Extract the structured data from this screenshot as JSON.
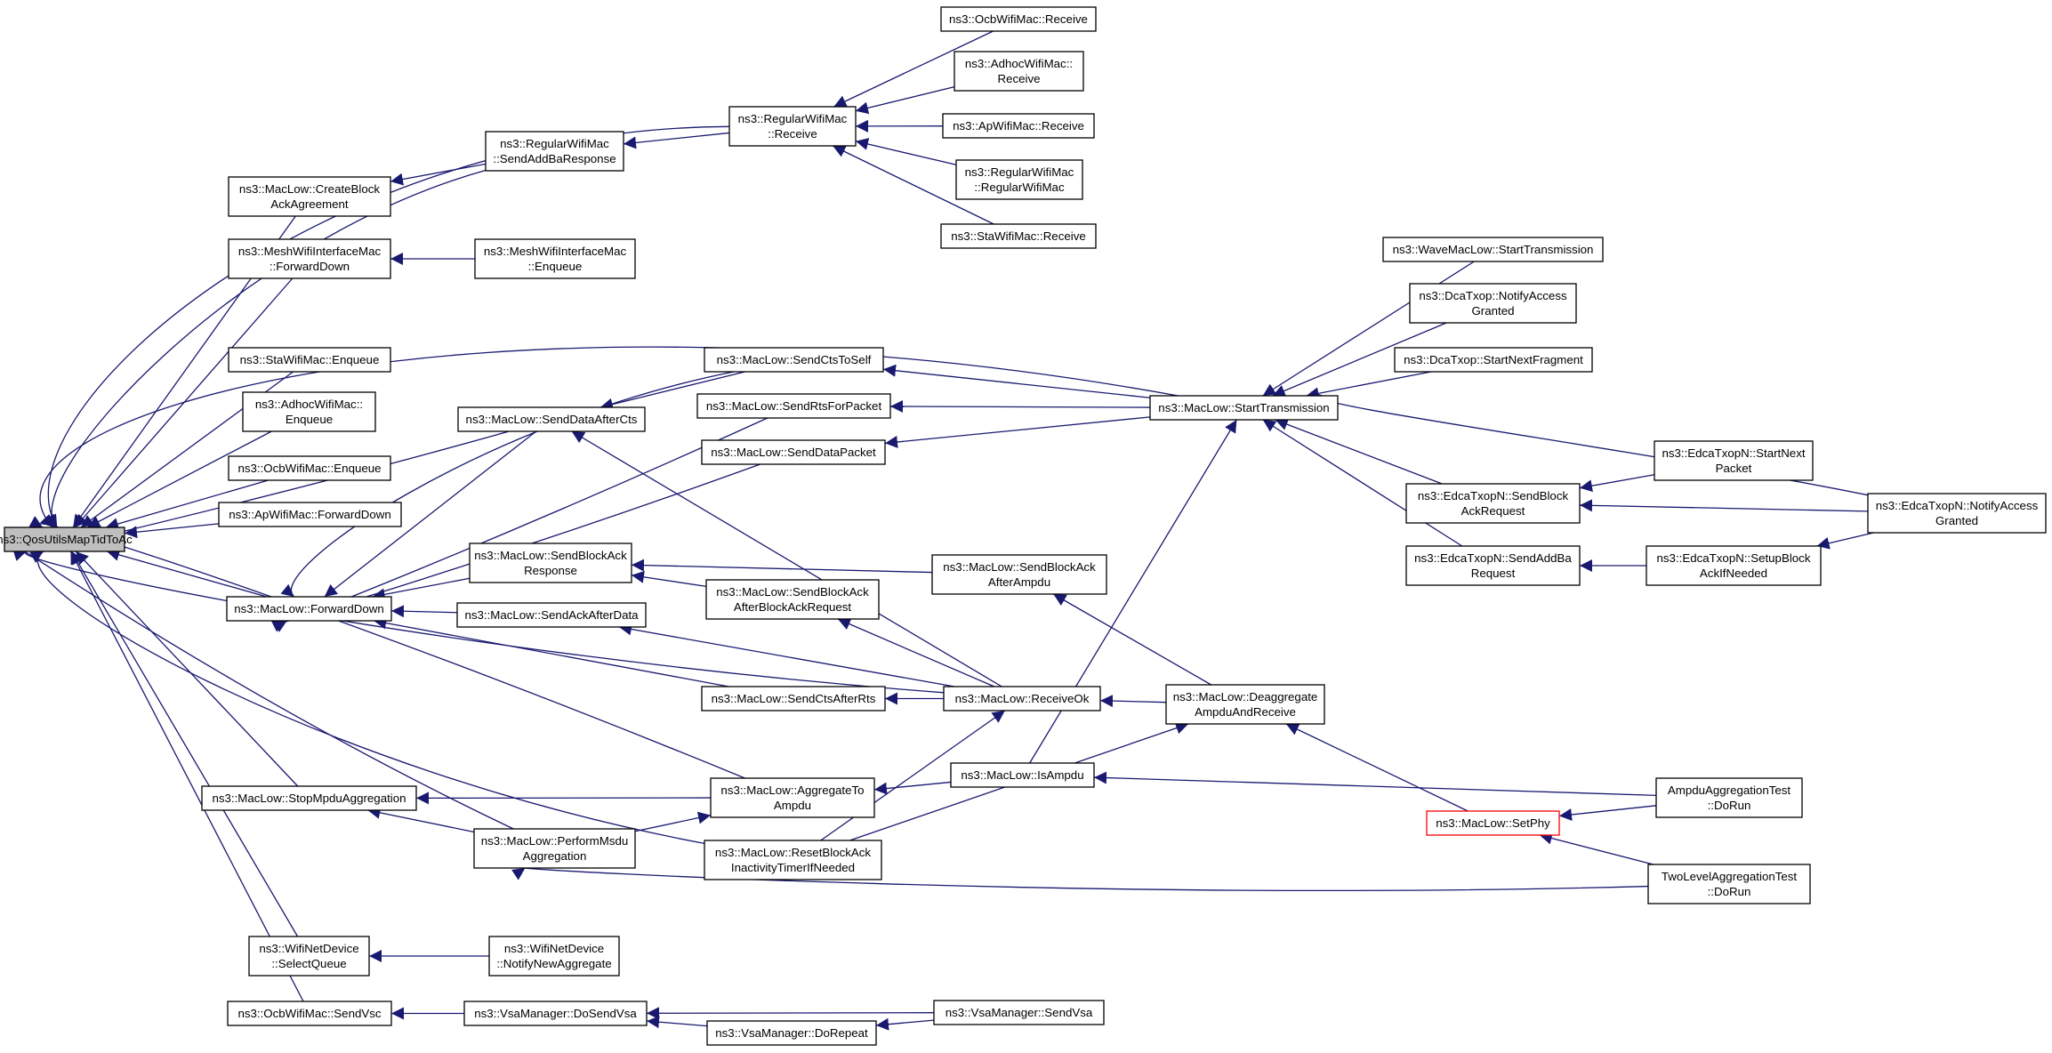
{
  "colors": {
    "edge": "#191970",
    "root_fill": "#bfbfbf",
    "truncated_border": "#ff0000",
    "node_border": "#000000"
  },
  "nodes": {
    "qos": [
      "ns3::QosUtilsMapTidToAc"
    ],
    "createBlock": [
      "ns3::MacLow::CreateBlock",
      "AckAgreement"
    ],
    "regSendAddBa": [
      "ns3::RegularWifiMac",
      "::SendAddBaResponse"
    ],
    "regReceive": [
      "ns3::RegularWifiMac",
      "::Receive"
    ],
    "ocbReceive": [
      "ns3::OcbWifiMac::Receive"
    ],
    "adhocReceive": [
      "ns3::AdhocWifiMac::",
      "Receive"
    ],
    "apReceive": [
      "ns3::ApWifiMac::Receive"
    ],
    "regCtor": [
      "ns3::RegularWifiMac",
      "::RegularWifiMac"
    ],
    "staReceive": [
      "ns3::StaWifiMac::Receive"
    ],
    "meshFwd": [
      "ns3::MeshWifiInterfaceMac",
      "::ForwardDown"
    ],
    "meshEnq": [
      "ns3::MeshWifiInterfaceMac",
      "::Enqueue"
    ],
    "staEnq": [
      "ns3::StaWifiMac::Enqueue"
    ],
    "adhocEnq": [
      "ns3::AdhocWifiMac::",
      "Enqueue"
    ],
    "ocbEnq": [
      "ns3::OcbWifiMac::Enqueue"
    ],
    "apFwd": [
      "ns3::ApWifiMac::ForwardDown"
    ],
    "macFwd": [
      "ns3::MacLow::ForwardDown"
    ],
    "sendDataAfterCts": [
      "ns3::MacLow::SendDataAfterCts"
    ],
    "sendCtsToSelf": [
      "ns3::MacLow::SendCtsToSelf"
    ],
    "sendRtsForPacket": [
      "ns3::MacLow::SendRtsForPacket"
    ],
    "sendDataPacket": [
      "ns3::MacLow::SendDataPacket"
    ],
    "startTx": [
      "ns3::MacLow::StartTransmission"
    ],
    "waveStart": [
      "ns3::WaveMacLow::StartTransmission"
    ],
    "dcaNotify": [
      "ns3::DcaTxop::NotifyAccess",
      "Granted"
    ],
    "dcaNextFrag": [
      "ns3::DcaTxop::StartNextFragment"
    ],
    "edcaSendBlockAck": [
      "ns3::EdcaTxopN::SendBlock",
      "AckRequest"
    ],
    "edcaStartNext": [
      "ns3::EdcaTxopN::StartNext",
      "Packet"
    ],
    "edcaNotify": [
      "ns3::EdcaTxopN::NotifyAccess",
      "Granted"
    ],
    "edcaSendAddBa": [
      "ns3::EdcaTxopN::SendAddBa",
      "Request"
    ],
    "edcaSetupBlock": [
      "ns3::EdcaTxopN::SetupBlock",
      "AckIfNeeded"
    ],
    "sendBlockAckResp": [
      "ns3::MacLow::SendBlockAck",
      "Response"
    ],
    "sendBlockAckAfterAmpdu": [
      "ns3::MacLow::SendBlockAck",
      "AfterAmpdu"
    ],
    "sendBlockAckAfterBAR": [
      "ns3::MacLow::SendBlockAck",
      "AfterBlockAckRequest"
    ],
    "sendAckAfterData": [
      "ns3::MacLow::SendAckAfterData"
    ],
    "sendCtsAfterRts": [
      "ns3::MacLow::SendCtsAfterRts"
    ],
    "receiveOk": [
      "ns3::MacLow::ReceiveOk"
    ],
    "deaggregate": [
      "ns3::MacLow::Deaggregate",
      "AmpduAndReceive"
    ],
    "stopMpdu": [
      "ns3::MacLow::StopMpduAggregation"
    ],
    "aggregateTo": [
      "ns3::MacLow::AggregateTo",
      "Ampdu"
    ],
    "isAmpdu": [
      "ns3::MacLow::IsAmpdu"
    ],
    "performMsdu": [
      "ns3::MacLow::PerformMsdu",
      "Aggregation"
    ],
    "resetBlockAck": [
      "ns3::MacLow::ResetBlockAck",
      "InactivityTimerIfNeeded"
    ],
    "setPhy": [
      "ns3::MacLow::SetPhy"
    ],
    "ampduTest": [
      "AmpduAggregationTest",
      "::DoRun"
    ],
    "twoLevelTest": [
      "TwoLevelAggregationTest",
      "::DoRun"
    ],
    "wifiSelect": [
      "ns3::WifiNetDevice",
      "::SelectQueue"
    ],
    "wifiNotify": [
      "ns3::WifiNetDevice",
      "::NotifyNewAggregate"
    ],
    "ocbSendVsc": [
      "ns3::OcbWifiMac::SendVsc"
    ],
    "vsaDoSend": [
      "ns3::VsaManager::DoSendVsa"
    ],
    "vsaRepeat": [
      "ns3::VsaManager::DoRepeat"
    ],
    "vsaSend": [
      "ns3::VsaManager::SendVsa"
    ]
  }
}
